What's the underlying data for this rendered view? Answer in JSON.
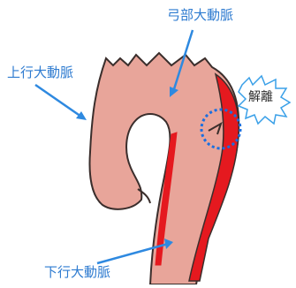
{
  "labels": {
    "arch": "弓部大動脈",
    "ascending": "上行大動脈",
    "descending": "下行大動脈",
    "dissection": "解離"
  },
  "colors": {
    "label_text": "#2e7bd0",
    "arrow": "#2e89e0",
    "aorta_fill": "#e8a59a",
    "aorta_outline": "#3a2e2c",
    "false_lumen": "#e5191f",
    "dissection_circle": "#1a6fe0",
    "burst_outline": "#3aa0e8"
  }
}
